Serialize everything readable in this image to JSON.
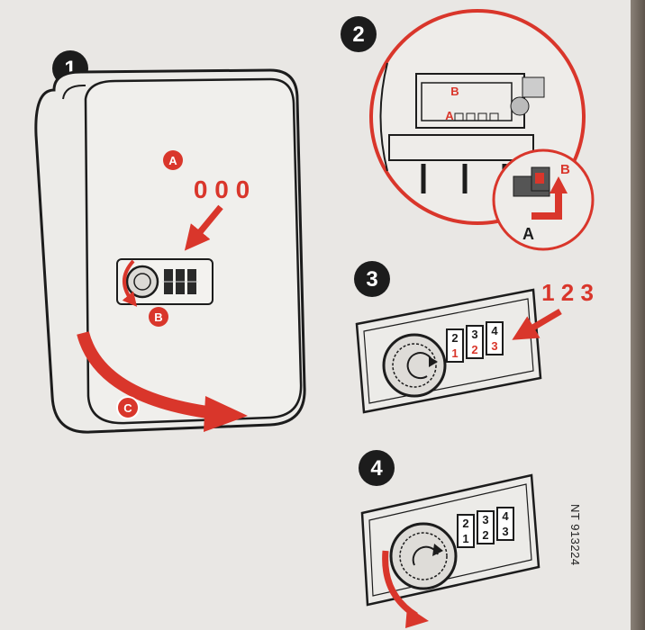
{
  "steps": [
    {
      "number": "1"
    },
    {
      "number": "2"
    },
    {
      "number": "3"
    },
    {
      "number": "4"
    }
  ],
  "step1": {
    "label_a": "A",
    "code": "0 0 0",
    "label_b": "B",
    "label_c": "C"
  },
  "step2": {
    "label_a": "A",
    "label_b": "B",
    "inset_label_a": "A",
    "inset_label_b": "B"
  },
  "step3": {
    "code": "1 2 3",
    "wheels": [
      {
        "top": "2",
        "bottom": "1"
      },
      {
        "top": "3",
        "bottom": "2"
      },
      {
        "top": "4",
        "bottom": "3"
      }
    ]
  },
  "step4": {
    "wheels": [
      {
        "top": "2",
        "bottom": "1"
      },
      {
        "top": "3",
        "bottom": "2"
      },
      {
        "top": "4",
        "bottom": "3"
      }
    ]
  },
  "footer": {
    "model_code": "NT 913224"
  },
  "colors": {
    "accent_red": "#d9362b",
    "ink": "#1c1c1c",
    "paper": "#e9e7e4"
  }
}
